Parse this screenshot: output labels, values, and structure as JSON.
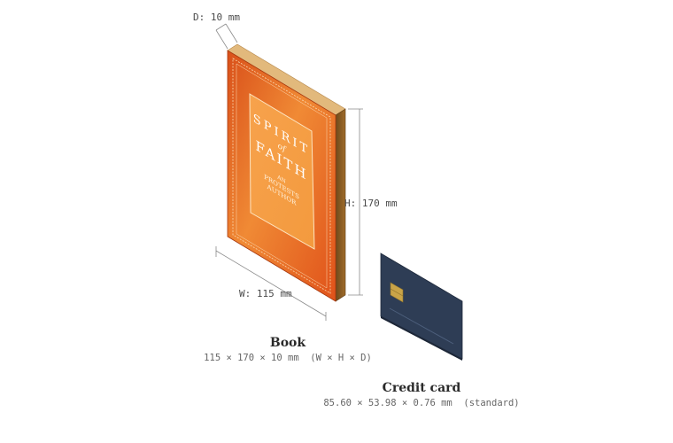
{
  "book": {
    "name": "Book",
    "dims": "115 × 170 × 10 mm  (W × H × D)",
    "depth_label": "D: 10 mm",
    "height_label": "H: 170 mm",
    "width_label": "W: 115 mm",
    "cover": {
      "title_line1": "SPIRIT",
      "title_of": "of",
      "title_line2": "FAITH",
      "author_line1": "AN",
      "author_line2": "PROTESTS",
      "author_line3": "AUTHOR",
      "colors": {
        "front": "#e8621c",
        "spine": "#8a5a20",
        "pages": "#e2b97c"
      }
    }
  },
  "card": {
    "name": "Credit card",
    "dims": "85.60 × 53.98 × 0.76 mm  (standard)",
    "colors": {
      "face": "#2e3d55",
      "chip": "#c9a448"
    }
  }
}
